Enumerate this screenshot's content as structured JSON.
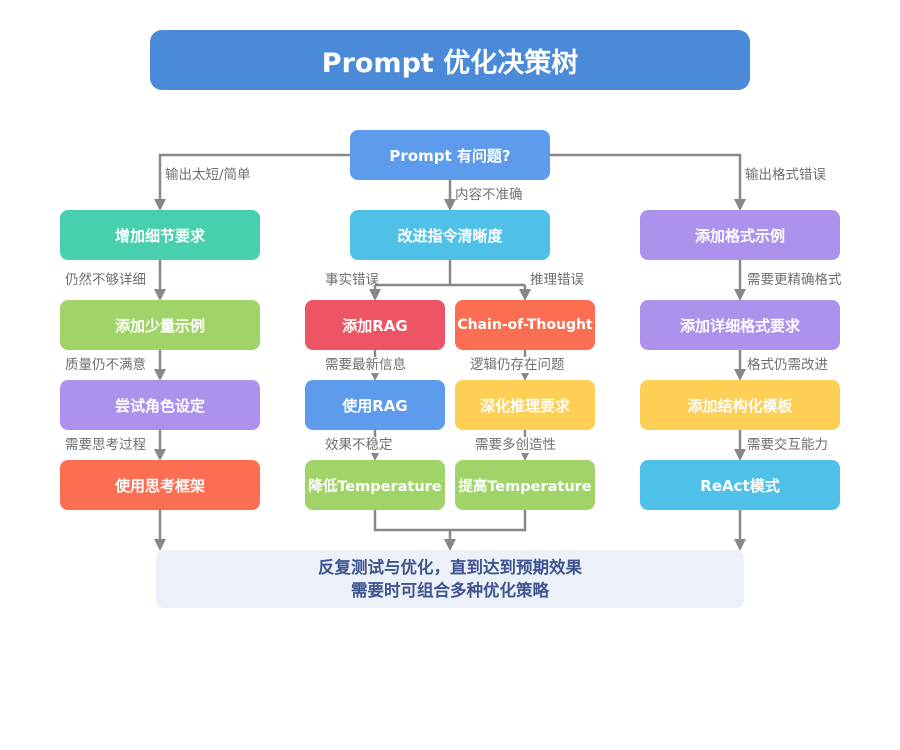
{
  "title": "Prompt 优化决策树",
  "colors": {
    "title": "#4a8ad8",
    "teal": "#48cfad",
    "skyblue": "#4fc1e9",
    "lavender": "#ac92ec",
    "green": "#a0d468",
    "red": "#ed5565",
    "coral": "#fc6e51",
    "blue": "#5d9cec",
    "yellow": "#ffce54",
    "connector": "#888888"
  },
  "root": "Prompt 有问题?",
  "branches": {
    "left": "输出太短/简单",
    "middle": "内容不准确",
    "right": "输出格式错误"
  },
  "left": {
    "n1": "增加细节要求",
    "e1": "仍然不够详细",
    "n2": "添加少量示例",
    "e2": "质量仍不满意",
    "n3": "尝试角色设定",
    "e3": "需要思考过程",
    "n4": "使用思考框架"
  },
  "middle": {
    "n1": "改进指令清晰度",
    "split_left": "事实错误",
    "split_right": "推理错误",
    "a1": "添加RAG",
    "ae1": "需要最新信息",
    "a2": "使用RAG",
    "ae2": "效果不稳定",
    "a3": "降低Temperature",
    "b1": "Chain-of-Thought",
    "be1": "逻辑仍存在问题",
    "b2": "深化推理要求",
    "be2": "需要多创造性",
    "b3": "提高Temperature"
  },
  "right": {
    "n1": "添加格式示例",
    "e1": "需要更精确格式",
    "n2": "添加详细格式要求",
    "e2": "格式仍需改进",
    "n3": "添加结构化模板",
    "e3": "需要交互能力",
    "n4": "ReAct模式"
  },
  "result": {
    "line1": "反复测试与优化，直到达到预期效果",
    "line2": "需要时可组合多种优化策略"
  }
}
